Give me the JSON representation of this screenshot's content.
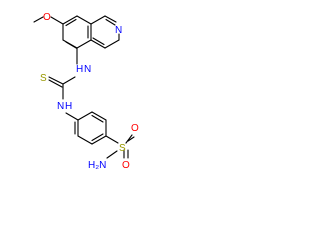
{
  "structure": {
    "atom_colors": {
      "N": "#0000ff",
      "O": "#ff0000",
      "S": "#999900",
      "C": "#000000"
    },
    "labels": {
      "methoxy_o": "O",
      "quinoline_n": "N",
      "thione_s": "S",
      "nh_top": "H",
      "nh_top_n": "N",
      "nh_bottom_n": "N",
      "nh_bottom": "H",
      "sulfonyl_s": "S",
      "sulfonyl_o_top": "O",
      "sulfonyl_o_right": "O",
      "amine_h2": "H₂N"
    }
  }
}
